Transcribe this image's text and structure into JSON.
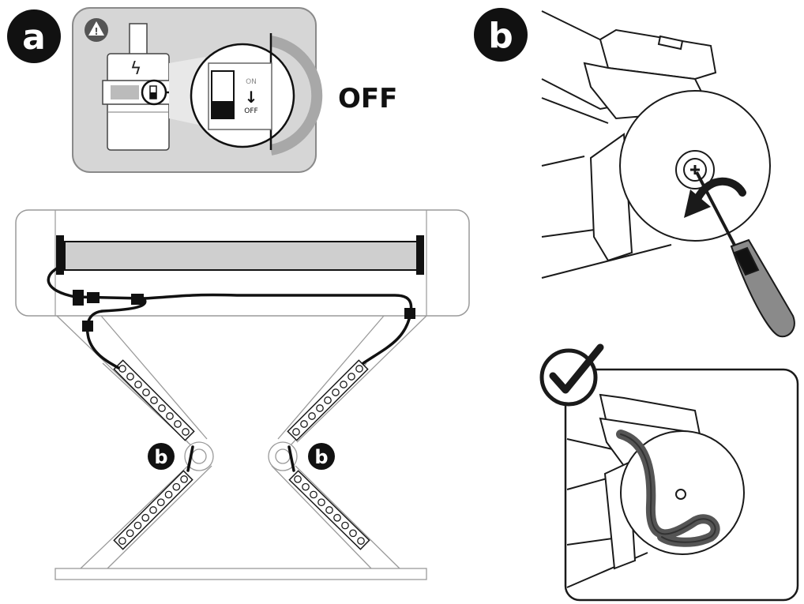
{
  "step_a": {
    "badge": "a",
    "warning_symbol": "!",
    "off_label": "OFF"
  },
  "switch_detail": {
    "on_label": "ON",
    "off_label": "OFF",
    "arrow_glyph": "↓",
    "bolt_glyph": "ϟ"
  },
  "step_b": {
    "badge": "b"
  },
  "pivot_markers": [
    {
      "label": "b"
    },
    {
      "label": "b"
    }
  ],
  "colors": {
    "badge_fill": "#111111",
    "panel_fill": "#d6d6d6",
    "panel_stroke": "#8a8a8a",
    "line": "#1a1a1a",
    "frame_line": "#9a9a9a",
    "mirror_fill": "#cfcfcf",
    "cable": "#111111",
    "check_cable": "#555555"
  },
  "icons": [
    "warning-icon",
    "bolt-icon",
    "down-arrow-icon",
    "rotate-arrow-icon",
    "screwdriver-icon",
    "checkmark-icon"
  ]
}
